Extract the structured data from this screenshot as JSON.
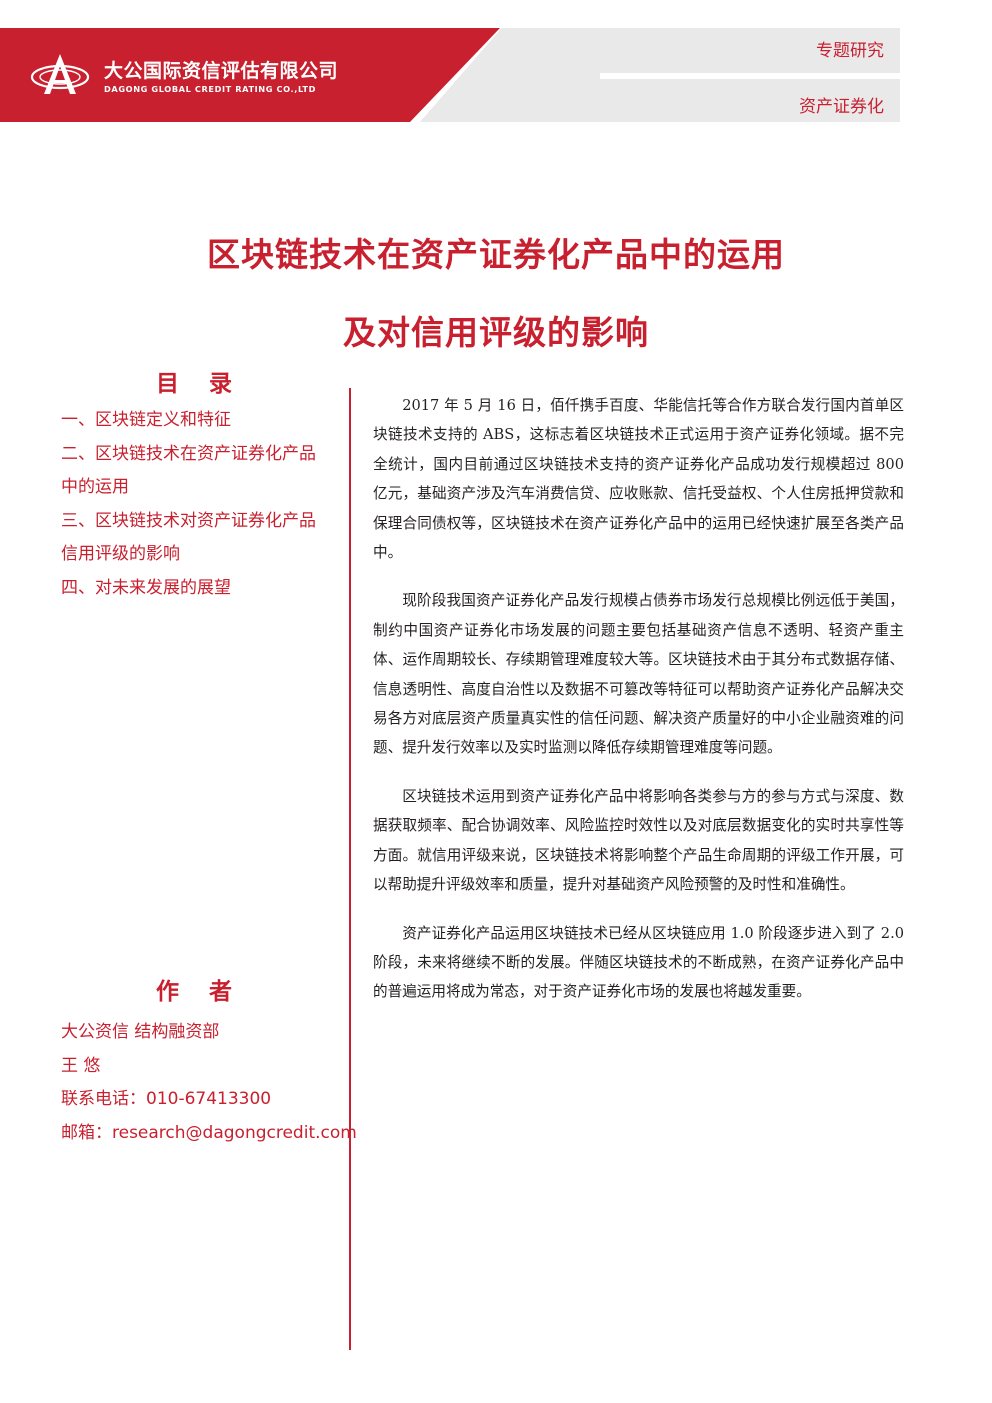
{
  "header": {
    "company_cn": "大公国际资信评估有限公司",
    "company_en": "DAGONG GLOBAL CREDIT RATING CO.,LTD",
    "tag_category": "专题研究",
    "tag_topic": "资产证券化",
    "colors": {
      "brand_red": "#c8202f",
      "banner_grey": "#e9e9ea"
    }
  },
  "title": {
    "line1": "区块链技术在资产证券化产品中的运用",
    "line2": "及对信用评级的影响"
  },
  "toc": {
    "heading": "目录",
    "items": [
      "一、区块链定义和特征",
      "二、区块链技术在资产证券化产品中的运用",
      "三、区块链技术对资产证券化产品信用评级的影响",
      "四、对未来发展的展望"
    ]
  },
  "author": {
    "heading": "作者",
    "department": "大公资信 结构融资部",
    "name": "王 悠",
    "phone": "联系电话：010-67413300",
    "email": "邮箱：research@dagongcredit.com"
  },
  "body": {
    "paragraphs": [
      "2017 年 5 月 16 日，佰仟携手百度、华能信托等合作方联合发行国内首单区块链技术支持的 ABS，这标志着区块链技术正式运用于资产证券化领域。据不完全统计，国内目前通过区块链技术支持的资产证券化产品成功发行规模超过 800 亿元，基础资产涉及汽车消费信贷、应收账款、信托受益权、个人住房抵押贷款和保理合同债权等，区块链技术在资产证券化产品中的运用已经快速扩展至各类产品中。",
      "现阶段我国资产证券化产品发行规模占债券市场发行总规模比例远低于美国，制约中国资产证券化市场发展的问题主要包括基础资产信息不透明、轻资产重主体、运作周期较长、存续期管理难度较大等。区块链技术由于其分布式数据存储、信息透明性、高度自治性以及数据不可篡改等特征可以帮助资产证券化产品解决交易各方对底层资产质量真实性的信任问题、解决资产质量好的中小企业融资难的问题、提升发行效率以及实时监测以降低存续期管理难度等问题。",
      "区块链技术运用到资产证券化产品中将影响各类参与方的参与方式与深度、数据获取频率、配合协调效率、风险监控时效性以及对底层数据变化的实时共享性等方面。就信用评级来说，区块链技术将影响整个产品生命周期的评级工作开展，可以帮助提升评级效率和质量，提升对基础资产风险预警的及时性和准确性。",
      "资产证券化产品运用区块链技术已经从区块链应用 1.0 阶段逐步进入到了 2.0 阶段，未来将继续不断的发展。伴随区块链技术的不断成熟，在资产证券化产品中的普遍运用将成为常态，对于资产证券化市场的发展也将越发重要。"
    ]
  }
}
